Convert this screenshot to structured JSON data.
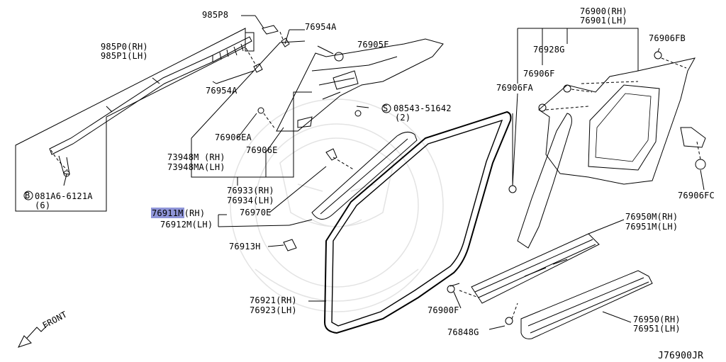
{
  "diagram_id": "J76900JR",
  "direction": "FRONT",
  "colors": {
    "line": "#000000",
    "highlight": "#8f95d8",
    "watermark": "#e6e6e6",
    "background": "#ffffff"
  },
  "labels": {
    "p985P8": "985P8",
    "p76954A_top": "76954A",
    "p76905F": "76905F",
    "p985P0": "985P0(RH)",
    "p985P1": "985P1(LH)",
    "p76954A_mid": "76954A",
    "p08543": "08543-51642",
    "p08543_qty": "(2)",
    "p76906EA": "76906EA",
    "p76906E": "76906E",
    "p73948M": "73948M (RH)",
    "p73948MA": "73948MA(LH)",
    "p76933": "76933(RH)",
    "p76934": "76934(LH)",
    "p76911M": "76911M",
    "p76911M_side": "(RH)",
    "p76970E": "76970E",
    "p76912M": "76912M(LH)",
    "p081A6": "081A6-6121A",
    "p081A6_qty": "(6)",
    "p76913H": "76913H",
    "p76921": "76921(RH)",
    "p76923": "76923(LH)",
    "p76900F": "76900F",
    "p76848G": "76848G",
    "p76900": "76900(RH)",
    "p76901": "76901(LH)",
    "p76928G": "76928G",
    "p76906FB": "76906FB",
    "p76906F": "76906F",
    "p76906FA": "76906FA",
    "p76906FC": "76906FC",
    "p76950M": "76950M(RH)",
    "p76951M": "76951M(LH)",
    "p76950": "76950(RH)",
    "p76951": "76951(LH)"
  },
  "symbols": {
    "screw_mark": "S",
    "bolt_mark": "B"
  }
}
